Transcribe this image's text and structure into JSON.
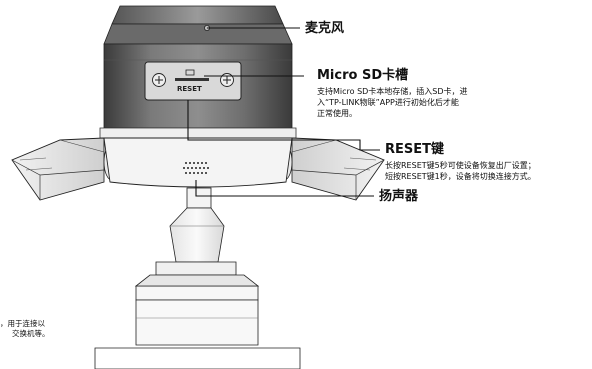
{
  "callouts": {
    "mic": {
      "title": "麦克风"
    },
    "sd": {
      "title": "Micro SD卡槽",
      "desc": [
        "支持Micro SD卡本地存储，插入SD卡，进",
        "入“TP-LINK物联”APP进行初始化后才能",
        "正常使用。"
      ]
    },
    "reset": {
      "title": "RESET键",
      "desc": [
        "长按RESET键5秒可使设备恢复出厂设置；",
        "短按RESET键1秒，设备将切换连接方式。"
      ]
    },
    "speaker": {
      "title": "扬声器"
    }
  },
  "panel_label": "RESET",
  "partial_text": [
    "，用于连接以",
    "交换机等。"
  ]
}
